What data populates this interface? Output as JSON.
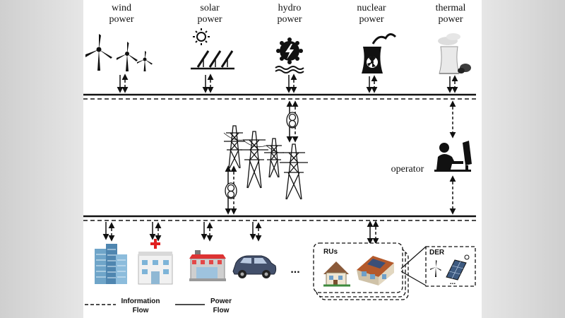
{
  "sources": [
    {
      "line1": "wind",
      "line2": "power"
    },
    {
      "line1": "solar",
      "line2": "power"
    },
    {
      "line1": "hydro",
      "line2": "power"
    },
    {
      "line1": "nuclear",
      "line2": "power"
    },
    {
      "line1": "thermal",
      "line2": "power"
    }
  ],
  "operator_label": "operator",
  "ellipsis": "...",
  "rus_label": "RUs",
  "der_label": "DER",
  "der_ellipsis": "...",
  "legend": {
    "information_line1": "Information",
    "information_line2": "Flow",
    "power_line1": "Power",
    "power_line2": "Flow"
  }
}
